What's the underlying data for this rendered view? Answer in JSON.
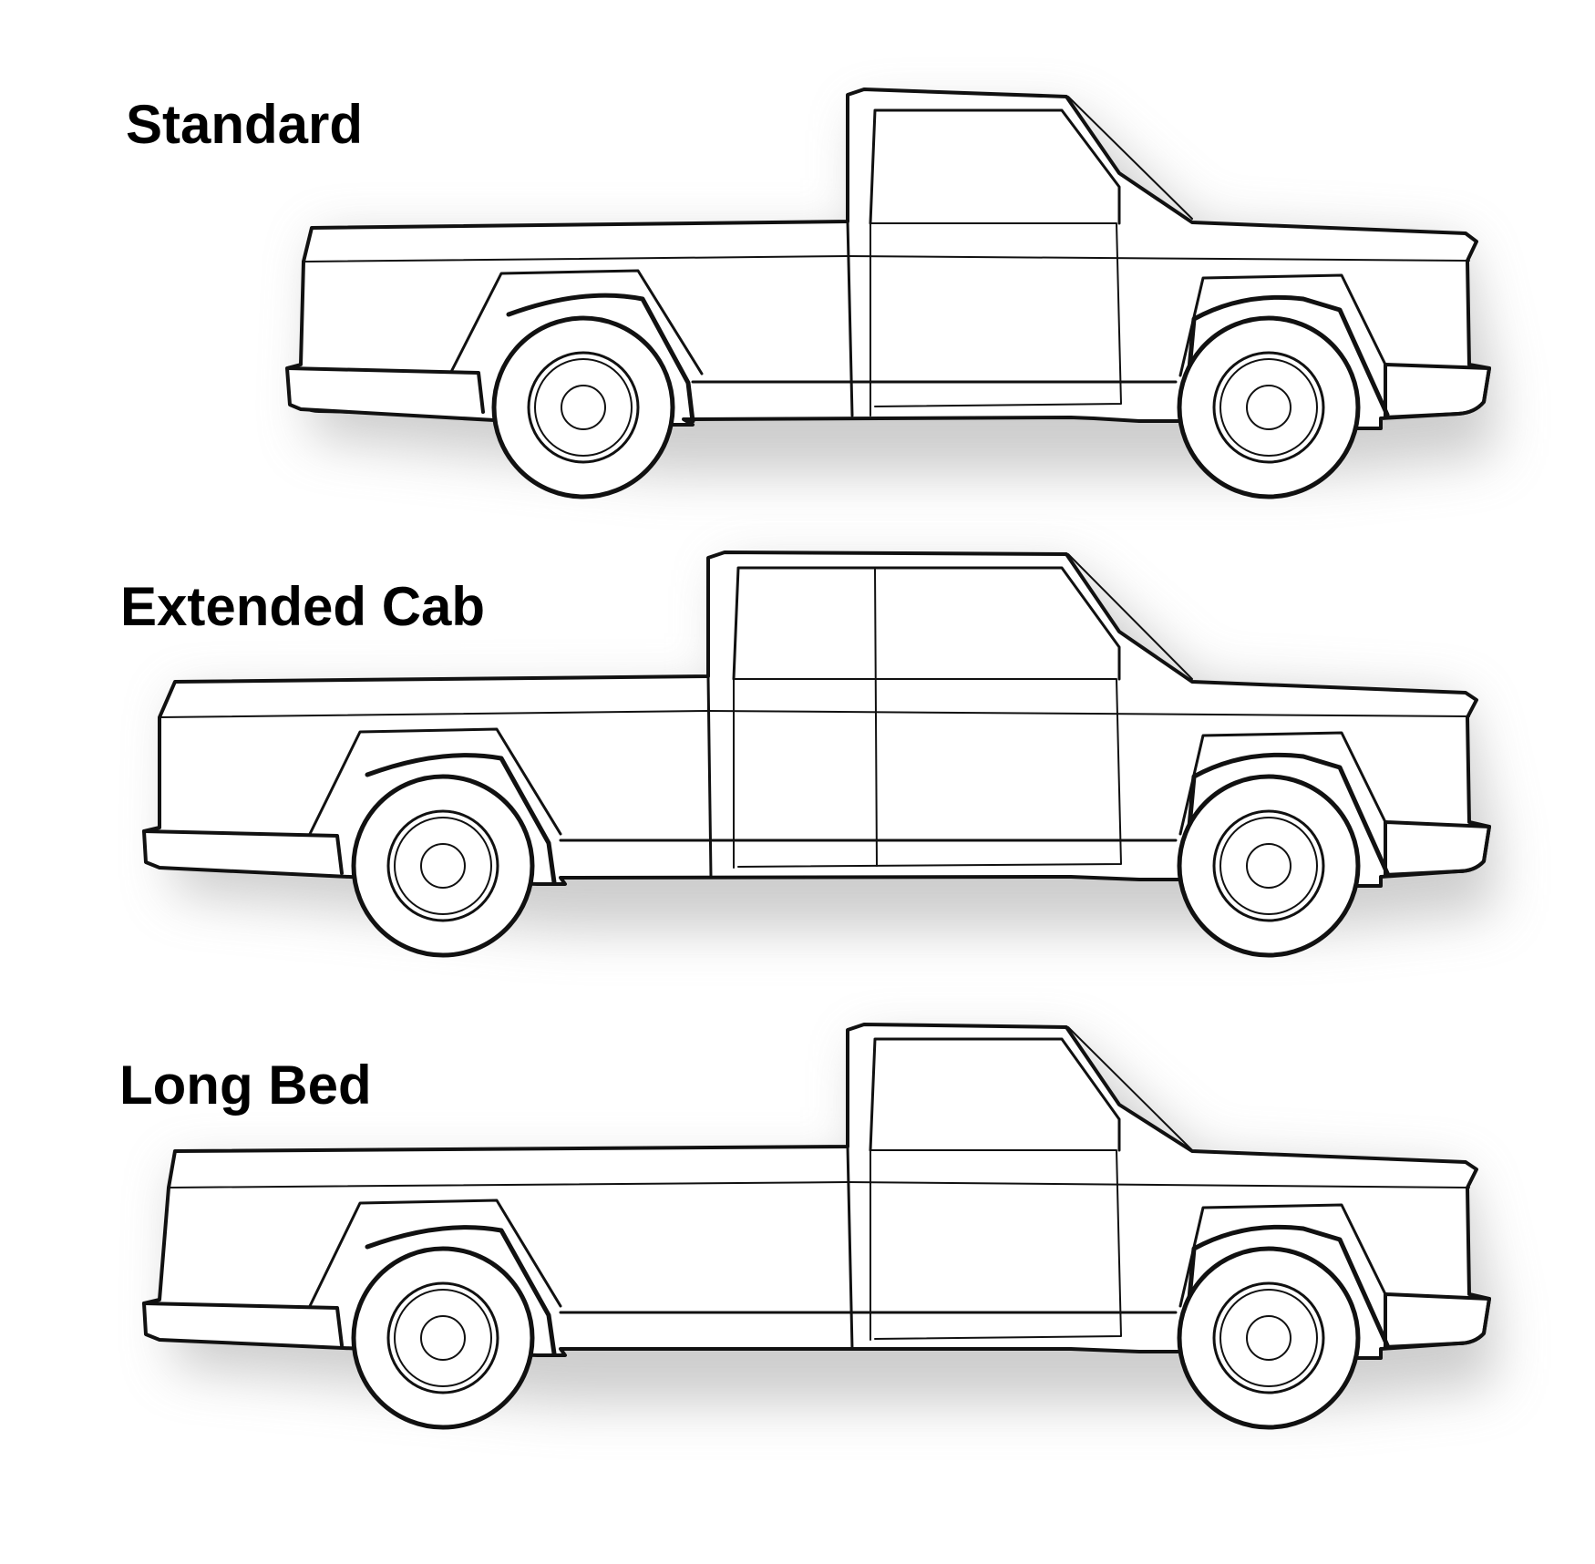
{
  "labels": {
    "standard": "Standard",
    "extended_cab": "Extended Cab",
    "long_bed": "Long Bed"
  },
  "colors": {
    "line": "#111111",
    "shadow": "#bdbdbd",
    "background": "#ffffff"
  }
}
